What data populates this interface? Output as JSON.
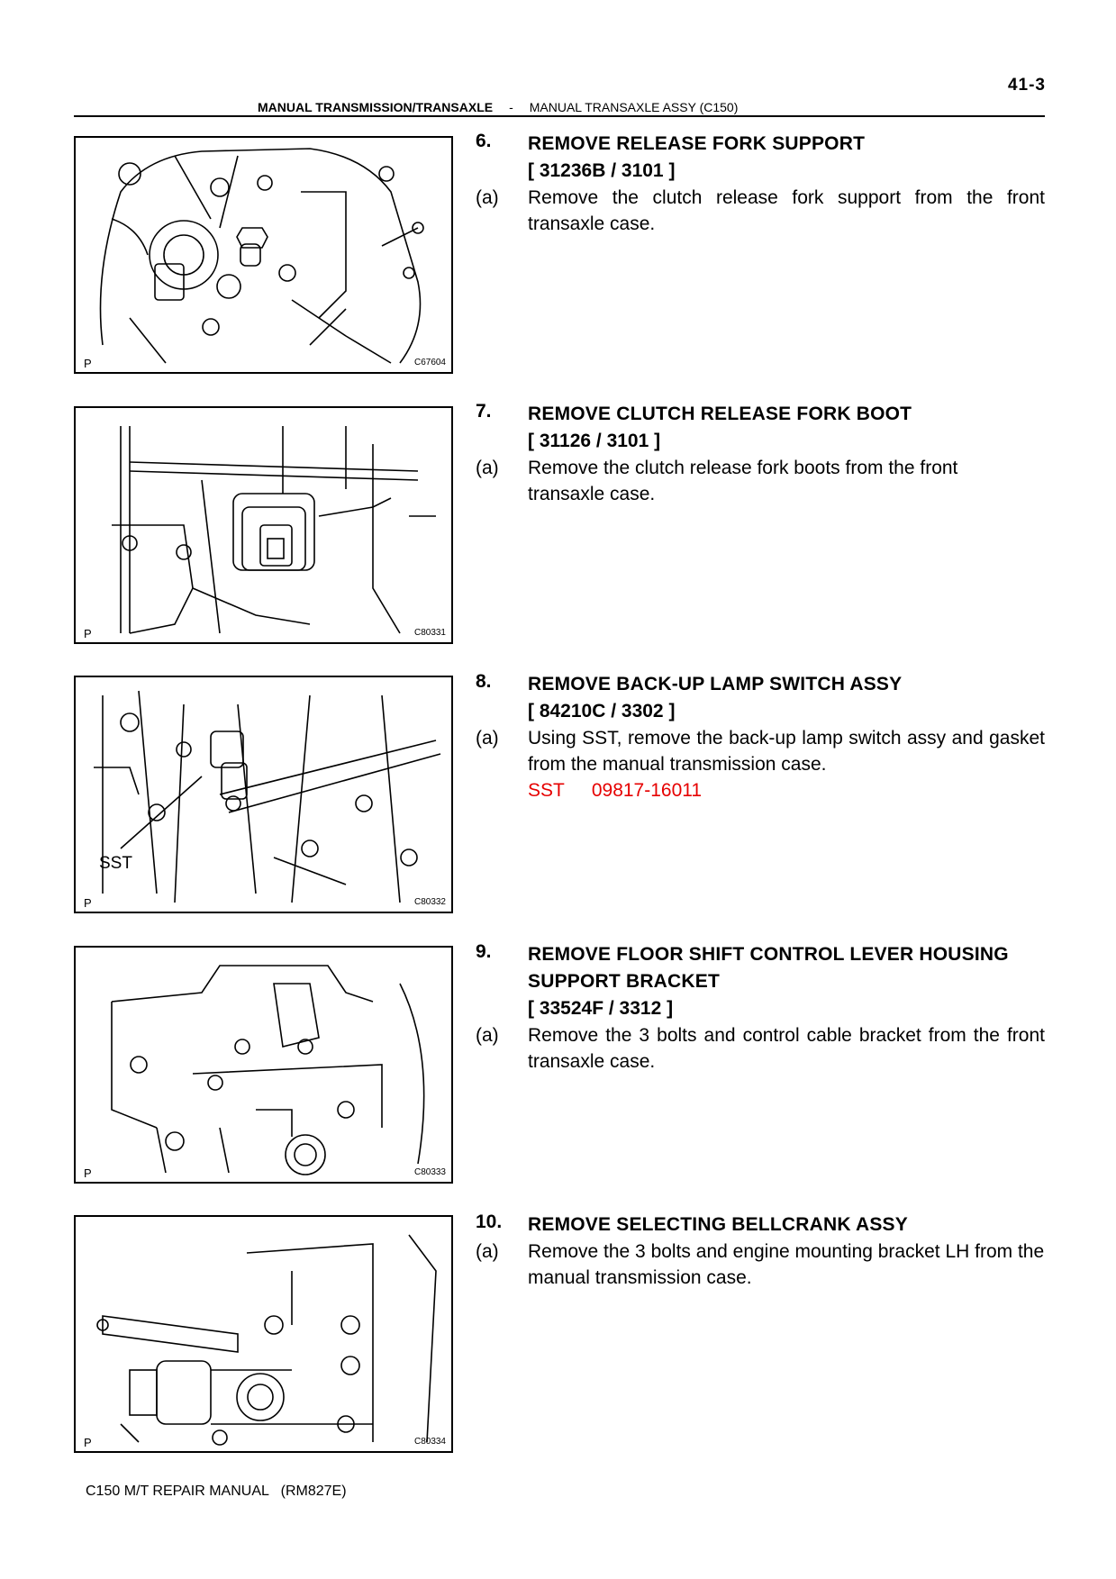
{
  "header": {
    "page_number": "41-3",
    "section": "MANUAL TRANSMISSION/TRANSAXLE",
    "separator": "-",
    "subsection": "MANUAL TRANSAXLE ASSY (C150)"
  },
  "steps": [
    {
      "number": "6.",
      "title": "REMOVE RELEASE FORK SUPPORT",
      "code": "[ 31236B / 3101 ]",
      "sub_label": "(a)",
      "sub_text": "Remove the clutch release fork support from the front transaxle case.",
      "figure": {
        "p_label": "P",
        "code": "C67604"
      }
    },
    {
      "number": "7.",
      "title": "REMOVE CLUTCH RELEASE FORK BOOT",
      "code": "[ 31126 / 3101 ]",
      "sub_label": "(a)",
      "sub_text": "Remove the clutch release fork boots from the front transaxle case.",
      "figure": {
        "p_label": "P",
        "code": "C80331"
      }
    },
    {
      "number": "8.",
      "title": "REMOVE BACK-UP LAMP SWITCH ASSY",
      "code": "[ 84210C / 3302 ]",
      "sub_label": "(a)",
      "sub_text": "Using SST, remove the back-up lamp switch assy and gasket from the manual transmission case.",
      "sst_label": "SST",
      "sst_number": "09817-16011",
      "figure": {
        "p_label": "P",
        "code": "C80332",
        "callout": "SST"
      }
    },
    {
      "number": "9.",
      "title": "REMOVE FLOOR SHIFT CONTROL LEVER HOUSING SUPPORT BRACKET",
      "code": "[ 33524F / 3312 ]",
      "sub_label": "(a)",
      "sub_text": "Remove the 3 bolts and control cable bracket from the front transaxle case.",
      "figure": {
        "p_label": "P",
        "code": "C80333"
      }
    },
    {
      "number": "10.",
      "title": "REMOVE SELECTING BELLCRANK ASSY",
      "code": "",
      "sub_label": "(a)",
      "sub_text": "Remove the 3 bolts and engine mounting bracket LH from the manual transmission case.",
      "figure": {
        "p_label": "P",
        "code": "C80334"
      }
    }
  ],
  "footer": {
    "text": "C150 M/T REPAIR MANUAL   (RM827E)"
  },
  "colors": {
    "sst_text": "#e60000"
  }
}
